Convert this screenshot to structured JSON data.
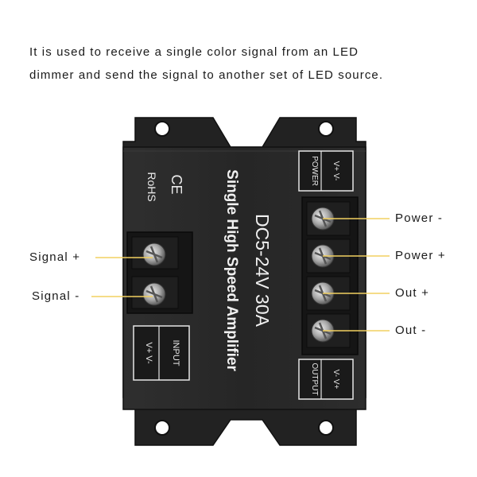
{
  "description_text": {
    "line1": "It is used to receive a single color signal from an LED",
    "line2": "dimmer and send the signal to another set of LED source."
  },
  "device": {
    "title": "Single High Speed Amplifier",
    "rating": "DC5-24V  30A",
    "ce_mark": "CE",
    "rohs_mark": "RoHS",
    "power_block": {
      "label": "POWER",
      "pins": "V+  V-"
    },
    "output_block": {
      "label": "OUTPUT",
      "pins": "V-  V+"
    },
    "input_block": {
      "label": "INPUT",
      "pins": "V+  V-"
    }
  },
  "callouts": {
    "left": [
      "Signal +",
      "Signal -"
    ],
    "right": [
      "Power -",
      "Power +",
      "Out +",
      "Out -"
    ]
  },
  "colors": {
    "body": "#2a2a2a",
    "panel": "#1c1c1c",
    "callout_line": "#f2d060",
    "screw": "#b8b8b8"
  }
}
